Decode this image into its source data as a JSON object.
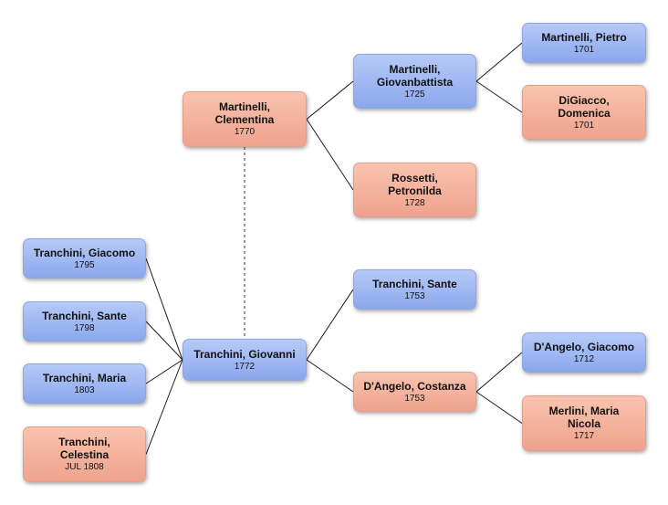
{
  "people": [
    {
      "id": "clementina",
      "name_lines": [
        "Martinelli,",
        "Clementina"
      ],
      "date": "1770",
      "sex": "female"
    },
    {
      "id": "giovanbattista",
      "name_lines": [
        "Martinelli,",
        "Giovanbattista"
      ],
      "date": "1725",
      "sex": "male"
    },
    {
      "id": "pietro",
      "name_lines": [
        "Martinelli, Pietro"
      ],
      "date": "1701",
      "sex": "male"
    },
    {
      "id": "domenica",
      "name_lines": [
        "DiGiacco,",
        "Domenica"
      ],
      "date": "1701",
      "sex": "female"
    },
    {
      "id": "petronilda",
      "name_lines": [
        "Rossetti,",
        "Petronilda"
      ],
      "date": "1728",
      "sex": "female"
    },
    {
      "id": "giacomo_t",
      "name_lines": [
        "Tranchini, Giacomo"
      ],
      "date": "1795",
      "sex": "male"
    },
    {
      "id": "sante_s",
      "name_lines": [
        "Tranchini, Sante"
      ],
      "date": "1798",
      "sex": "male"
    },
    {
      "id": "maria_t",
      "name_lines": [
        "Tranchini, Maria"
      ],
      "date": "1803",
      "sex": "male"
    },
    {
      "id": "celestina",
      "name_lines": [
        "Tranchini,",
        "Celestina"
      ],
      "date": "JUL 1808",
      "sex": "female"
    },
    {
      "id": "giovanni",
      "name_lines": [
        "Tranchini, Giovanni"
      ],
      "date": "1772",
      "sex": "male"
    },
    {
      "id": "sante_f",
      "name_lines": [
        "Tranchini, Sante"
      ],
      "date": "1753",
      "sex": "male"
    },
    {
      "id": "costanza",
      "name_lines": [
        "D'Angelo, Costanza"
      ],
      "date": "1753",
      "sex": "female"
    },
    {
      "id": "giacomo_d",
      "name_lines": [
        "D'Angelo, Giacomo"
      ],
      "date": "1712",
      "sex": "male"
    },
    {
      "id": "maria_nicola",
      "name_lines": [
        "Merlini, Maria",
        "Nicola"
      ],
      "date": "1717",
      "sex": "female"
    }
  ],
  "parent_links": [
    {
      "child": "clementina",
      "parent": "giovanbattista"
    },
    {
      "child": "clementina",
      "parent": "petronilda"
    },
    {
      "child": "giovanbattista",
      "parent": "pietro"
    },
    {
      "child": "giovanbattista",
      "parent": "domenica"
    },
    {
      "child": "giovanni",
      "parent": "sante_f"
    },
    {
      "child": "giovanni",
      "parent": "costanza"
    },
    {
      "child": "costanza",
      "parent": "giacomo_d"
    },
    {
      "child": "costanza",
      "parent": "maria_nicola"
    }
  ],
  "child_links": [
    {
      "parent": "giovanni",
      "child": "giacomo_t"
    },
    {
      "parent": "giovanni",
      "child": "sante_s"
    },
    {
      "parent": "giovanni",
      "child": "maria_t"
    },
    {
      "parent": "giovanni",
      "child": "celestina"
    }
  ],
  "spouse_links": [
    {
      "a": "clementina",
      "b": "giovanni"
    }
  ]
}
